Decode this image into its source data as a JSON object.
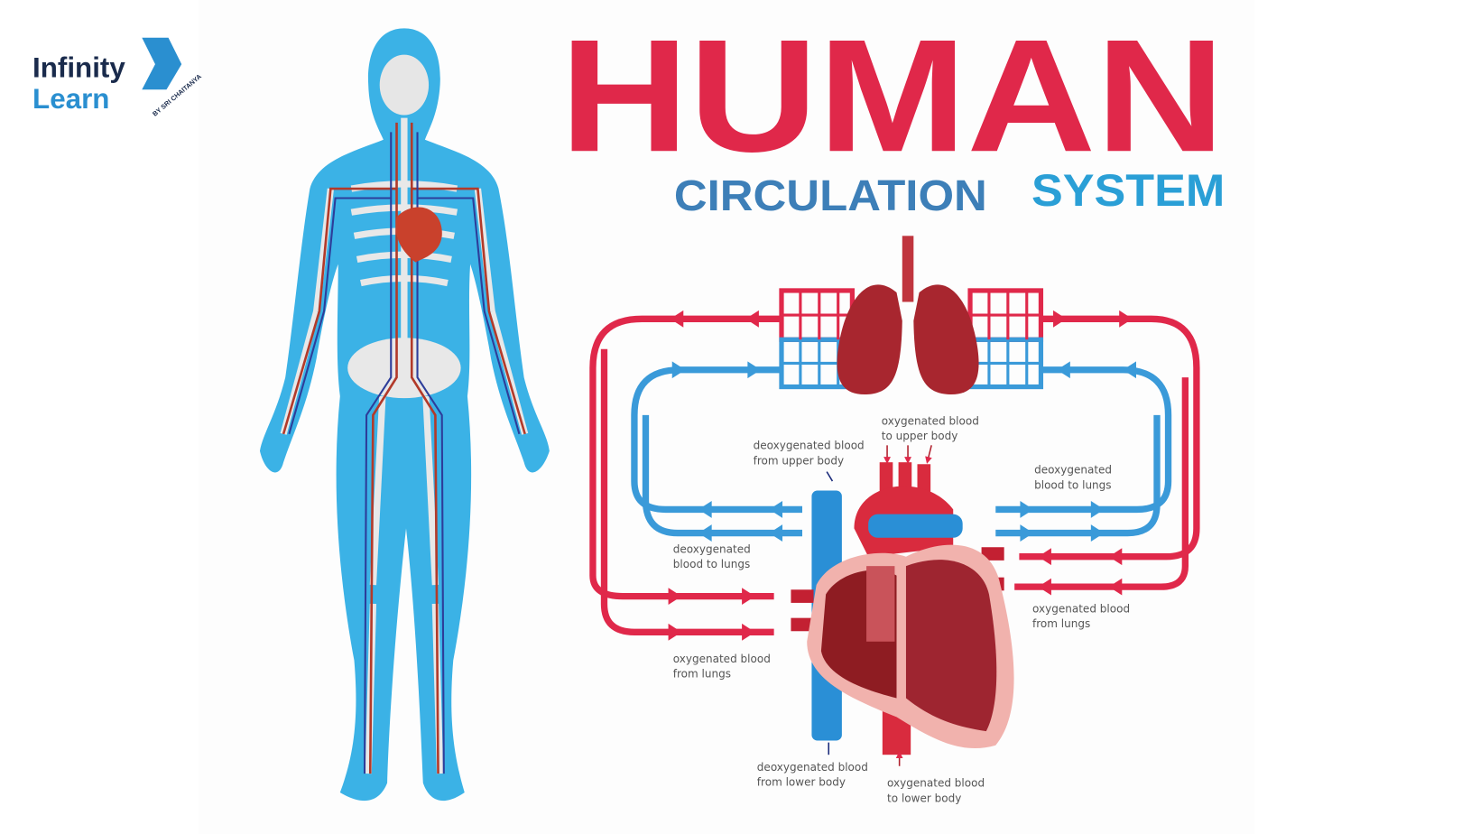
{
  "logo": {
    "line1": "Infinity",
    "line2": "Learn",
    "tagline": "BY SRI CHAITANYA"
  },
  "title": {
    "main": "HUMAN",
    "sub1": "CIRCULATION",
    "sub2": "SYSTEM"
  },
  "labels": {
    "deoxy_upper": [
      "deoxygenated blood",
      "from upper body"
    ],
    "oxy_upper": [
      "oxygenated blood",
      "to upper body"
    ],
    "deoxy_lungs_left": [
      "deoxygenated",
      "blood to lungs"
    ],
    "deoxy_lungs_right": [
      "deoxygenated",
      "blood to lungs"
    ],
    "oxy_from_lungs_left": [
      "oxygenated blood",
      "from lungs"
    ],
    "oxy_from_lungs_right": [
      "oxygenated blood",
      "from lungs"
    ],
    "deoxy_lower": [
      "deoxygenated blood",
      "from lower body"
    ],
    "oxy_lower": [
      "oxygenated blood",
      "to lower body"
    ]
  },
  "colors": {
    "red": "#e0284a",
    "blue": "#3a9ad9",
    "title_blue": "#3d7fb8",
    "system_blue": "#2a9fd6",
    "heart": "#a8262f"
  }
}
